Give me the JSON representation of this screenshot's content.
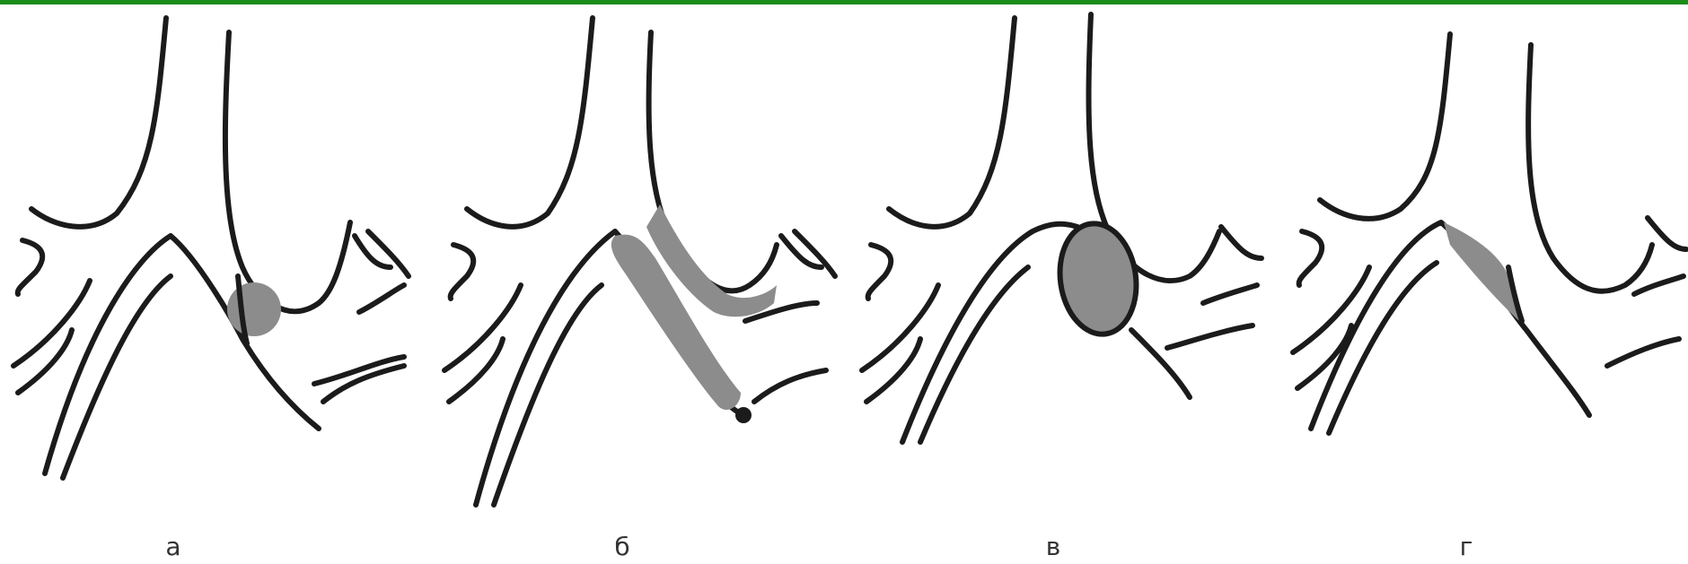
{
  "accent_color": "#1a8c1a",
  "panels": [
    {
      "label": "а",
      "lesion": "round-shadow-right-main-bronchus"
    },
    {
      "label": "б",
      "lesion": "elongated-shadow-along-carina"
    },
    {
      "label": "в",
      "lesion": "oval-mass-outlined-at-bifurcation"
    },
    {
      "label": "г",
      "lesion": "triangular-shadow-at-carina"
    }
  ]
}
